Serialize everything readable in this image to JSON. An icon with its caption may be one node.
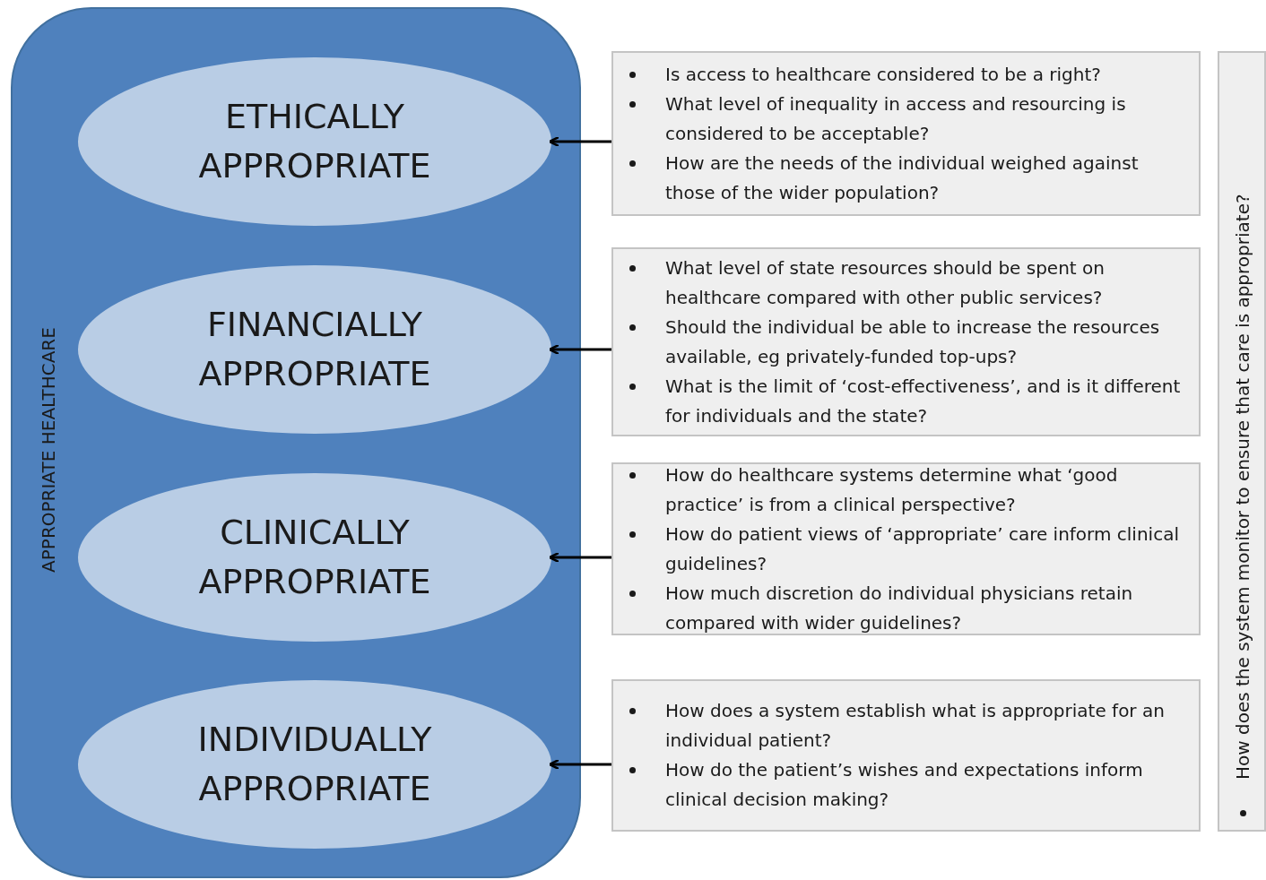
{
  "diagram": {
    "nodes": [
      {
        "text": [
          "APPROPRIATE HEALTHCARE"
        ]
      },
      {
        "text": [
          "ETHICALLY APPROPRIATE"
        ],
        "in": 0
      },
      {
        "text": [
          "FINANCIALLY APPROPRIATE"
        ],
        "in": 0
      },
      {
        "text": [
          "CLINICALLY APPROPRIATE"
        ],
        "in": 0
      },
      {
        "text": [
          "INDIVIDUALLY APPROPRIATE"
        ],
        "in": 0
      },
      {
        "text": [
          "Is access to healthcare considered to be a right?",
          "What level of inequality in access and resourcing is considered to be acceptable?",
          "How are the needs of the individual weighed against those of the wider population?"
        ]
      },
      {
        "text": [
          "What level of state resources should be spent on healthcare compared with other public services?",
          "Should the individual be able to increase the resources available, eg privately-funded top-ups?",
          "What is the limit of ‘cost-effectiveness’, and is it different for individuals and the state?"
        ]
      },
      {
        "text": [
          "How do healthcare systems determine what ‘good practice’ is from a clinical perspective?",
          "How do patient views of ‘appropriate’ care inform clinical guidelines?",
          "How much discretion do individual physicians retain compared with wider guidelines?"
        ]
      },
      {
        "text": [
          "How does a system establish what is appropriate for an individual patient?",
          "How do the patient’s wishes and expectations inform clinical decision making?"
        ]
      },
      {
        "text": [
          "How does the system monitor to ensure that care is appropriate?"
        ]
      }
    ],
    "edges": [
      {
        "from": 5,
        "to": 1,
        "arrow": "to"
      },
      {
        "from": 6,
        "to": 2,
        "arrow": "to"
      },
      {
        "from": 7,
        "to": 3,
        "arrow": "to"
      },
      {
        "from": 8,
        "to": 4,
        "arrow": "to"
      }
    ]
  }
}
